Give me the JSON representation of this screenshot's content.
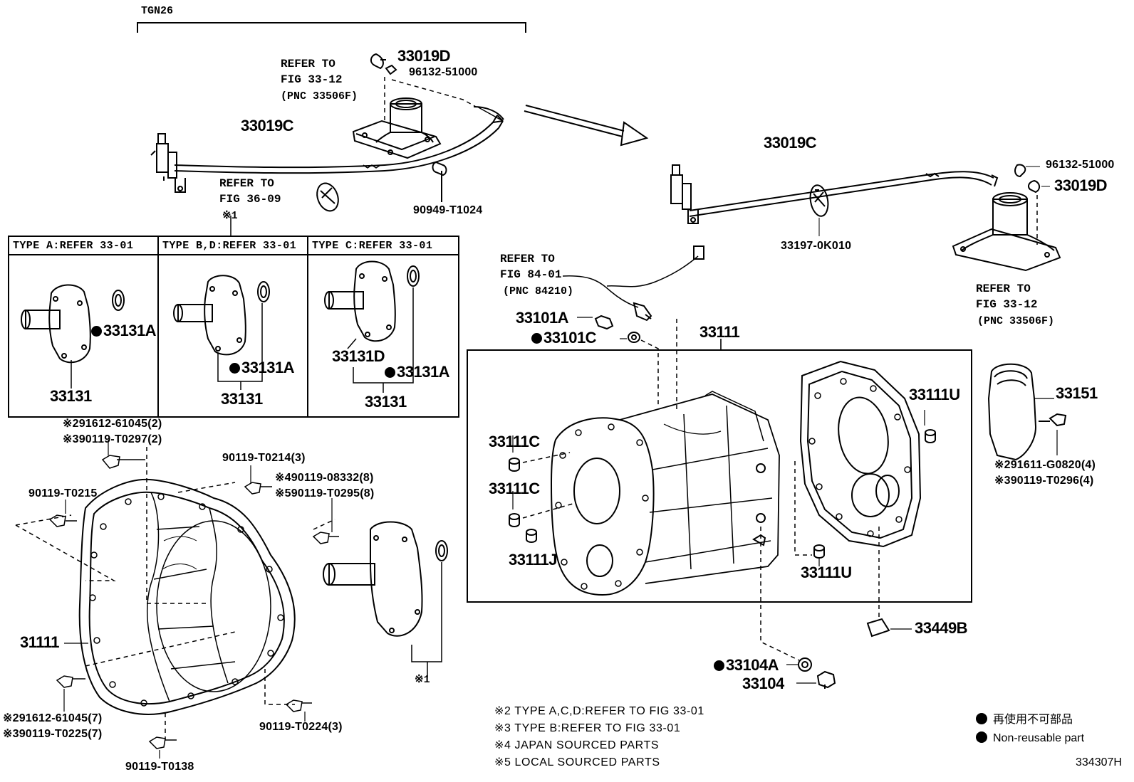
{
  "variant": "TGN26",
  "top_left": {
    "p33019D": "33019D",
    "p96132": "96132-51000",
    "refer_fig3312": [
      "REFER TO",
      "FIG 33-12",
      "(PNC 33506F)"
    ],
    "p33019C": "33019C",
    "refer_fig3609": [
      "REFER TO",
      "FIG 36-09"
    ],
    "p90949": "90949-T1024",
    "note_mark1": "※1"
  },
  "top_right": {
    "p33019C": "33019C",
    "p96132": "96132-51000",
    "p33019D": "33019D",
    "p33197": "33197-0K010",
    "refer_fig3312": [
      "REFER TO",
      "FIG 33-12",
      "(PNC 33506F)"
    ]
  },
  "type_box": {
    "headers": [
      "TYPE  A:REFER  33-01",
      "TYPE  B,D:REFER  33-01",
      "TYPE  C:REFER  33-01"
    ],
    "col_a": {
      "p33131A": "33131A",
      "p33131": "33131"
    },
    "col_b": {
      "p33131A": "33131A",
      "p33131": "33131"
    },
    "col_c": {
      "p33131D": "33131D",
      "p33131A": "33131A",
      "p33131": "33131"
    }
  },
  "sensor": {
    "refer_fig8401": [
      "REFER TO",
      "FIG 84-01",
      "(PNC 84210)"
    ],
    "p33101A": "33101A",
    "p33101C": "33101C"
  },
  "case": {
    "p33111": "33111",
    "p33111C_1": "33111C",
    "p33111C_2": "33111C",
    "p33111J": "33111J",
    "p33111U_1": "33111U",
    "p33111U_2": "33111U",
    "p33151": "33151",
    "p291611": "※291611-G0820(4)",
    "p390119_t0296": "※390119-T0296(4)",
    "p33449B": "33449B",
    "p33104A": "33104A",
    "p33104": "33104"
  },
  "housing": {
    "p291612_top": "※291612-61045(2)",
    "p390119_t0297": "※390119-T0297(2)",
    "p90119_t0214": "90119-T0214(3)",
    "p490119": "※490119-08332(8)",
    "p590119": "※590119-T0295(8)",
    "p90119_t0215": "90119-T0215",
    "p31111": "31111",
    "p291612_bot": "※291612-61045(7)",
    "p390119_t0225": "※390119-T0225(7)",
    "p90119_t0224": "90119-T0224(3)",
    "p90119_t0138": "90119-T0138",
    "note_mark1": "※1"
  },
  "notes": [
    "※2 TYPE A,C,D:REFER TO FIG 33-01",
    "※3 TYPE B:REFER TO FIG 33-01",
    "※4 JAPAN SOURCED PARTS",
    "※5 LOCAL SOURCED PARTS"
  ],
  "legend": {
    "jp": "再使用不可部品",
    "en": "Non-reusable part"
  },
  "figure_code": "334307H"
}
